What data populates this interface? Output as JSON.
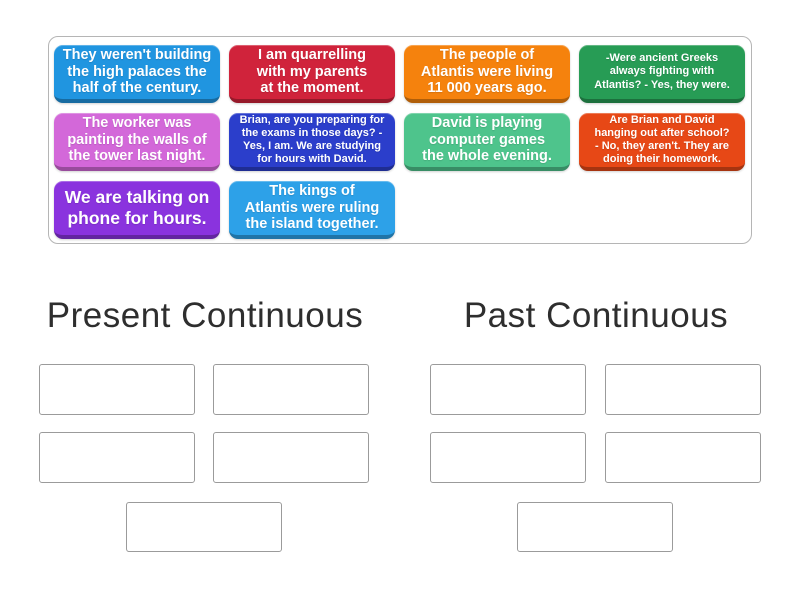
{
  "activity": {
    "tray": {
      "cards": [
        {
          "text": "They weren't building\nthe high palaces the\nhalf of the century.",
          "color": "#2095e0"
        },
        {
          "text": "I am quarrelling\nwith my parents\nat the moment.",
          "color": "#d0233b"
        },
        {
          "text": "The people of\nAtlantis were living\n11 000 years ago.",
          "color": "#f5820d"
        },
        {
          "text": "-Were ancient Greeks\nalways fighting with\nAtlantis? - Yes, they were.",
          "color": "#279c55"
        },
        {
          "text": "The worker was\npainting the walls of\nthe tower last night.",
          "color": "#d368d9"
        },
        {
          "text": "Brian, are you preparing for\nthe exams in those days? -\nYes, I am. We are studying\nfor hours with David.",
          "color": "#2b3ecb"
        },
        {
          "text": "David is playing\ncomputer games\nthe whole evening.",
          "color": "#4ec48c"
        },
        {
          "text": "Are Brian and David\nhanging out after school?\n- No, they aren't. They are\ndoing their homework.",
          "color": "#e74816"
        },
        {
          "text": "We are talking on\nphone for hours.",
          "color": "#8a33de"
        },
        {
          "text": "The kings of\nAtlantis were ruling\nthe island together.",
          "color": "#2da1e8"
        }
      ]
    },
    "groups": [
      {
        "label": "Present Continuous",
        "slot_count": 5
      },
      {
        "label": "Past Continuous",
        "slot_count": 5
      }
    ]
  }
}
